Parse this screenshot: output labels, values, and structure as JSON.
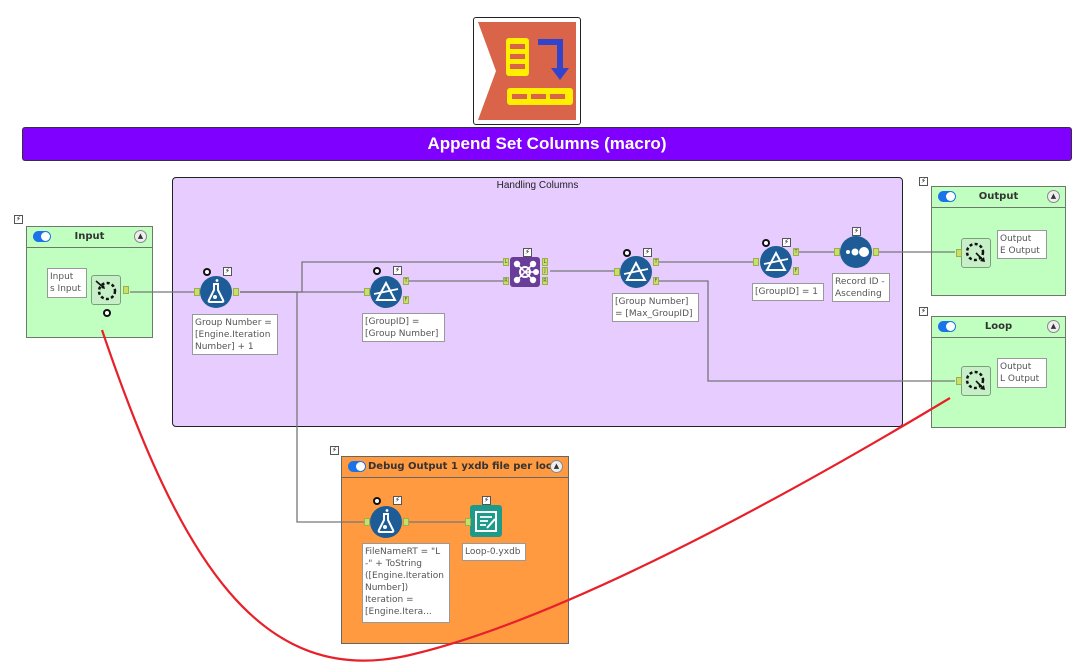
{
  "header": {
    "macro_icon": "append-set-columns-icon",
    "title": "Append Set Columns (macro)",
    "colors": {
      "banner": "#8000ff",
      "icon_bg": "#d9644a",
      "icon_yellow": "#ffee00",
      "icon_arrow": "#3344cc"
    }
  },
  "comment_box": {
    "title": "Handling Columns",
    "color": "#e6ccff"
  },
  "containers": {
    "input": {
      "title": "Input",
      "enabled": true,
      "color": "#c0ffc0",
      "tool_annotation": "Input\ns Input",
      "tool": "macro-input-icon"
    },
    "output": {
      "title": "Output",
      "enabled": true,
      "color": "#c0ffc0",
      "tool_annotation": "Output\nE Output",
      "tool": "macro-output-icon"
    },
    "loop": {
      "title": "Loop",
      "enabled": true,
      "color": "#c0ffc0",
      "tool_annotation": "Output\nL Output",
      "tool": "macro-output-icon"
    },
    "debug": {
      "title": "Debug Output 1 yxdb file per loop",
      "enabled": true,
      "color": "#ff9a40"
    }
  },
  "tools": {
    "formula_group": {
      "type": "formula",
      "annotation": "Group Number =\n[Engine.Iteration\nNumber] + 1"
    },
    "filter_groupid": {
      "type": "filter",
      "annotation": "[GroupID] =\n[Group Number]",
      "anchors": [
        "T",
        "F"
      ]
    },
    "join": {
      "type": "join",
      "inputs": [
        "L",
        "R"
      ],
      "outputs": [
        "L",
        "J",
        "R"
      ]
    },
    "filter_max": {
      "type": "filter",
      "annotation": "[Group Number]\n= [Max_GroupID]",
      "anchors": [
        "T",
        "F"
      ]
    },
    "filter_one": {
      "type": "filter",
      "annotation": "[GroupID] = 1",
      "anchors": [
        "T",
        "F"
      ]
    },
    "record_id": {
      "type": "record-id",
      "annotation": "Record ID -\nAscending"
    },
    "formula_debug": {
      "type": "formula",
      "annotation": "FileNameRT = \"L\n-\" + ToString\n([Engine.Iteration\nNumber])\nIteration =\n[Engine.Itera..."
    },
    "output_file": {
      "type": "output-data",
      "annotation": "Loop-0.yxdb"
    }
  },
  "wire_colors": {
    "normal": "#777777",
    "red_annotation": "#e8202a"
  },
  "markers": {
    "flag": "⚡",
    "anchor_in": "▸",
    "anchor_out": "▸"
  }
}
